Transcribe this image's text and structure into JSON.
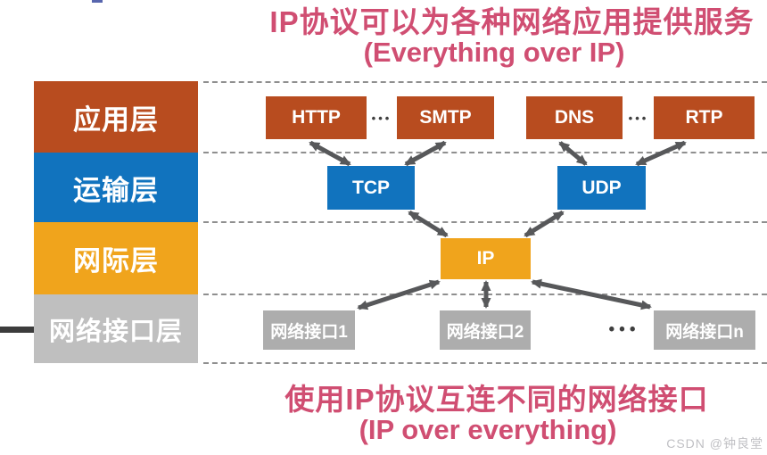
{
  "titles": {
    "top_cn": "IP协议可以为各种网络应用提供服务",
    "top_en": "(Everything over IP)",
    "bottom_cn": "使用IP协议互连不同的网络接口",
    "bottom_en": "(IP over everything)"
  },
  "layers": [
    {
      "label": "应用层",
      "color": "#B84C1F"
    },
    {
      "label": "运输层",
      "color": "#1173BE"
    },
    {
      "label": "网际层",
      "color": "#F0A41C"
    },
    {
      "label": "网络接口层",
      "color": "#BFBFBF"
    }
  ],
  "app_protocols": [
    {
      "label": "HTTP"
    },
    {
      "label": "SMTP"
    },
    {
      "label": "DNS"
    },
    {
      "label": "RTP"
    }
  ],
  "transport_protocols": [
    {
      "label": "TCP"
    },
    {
      "label": "UDP"
    }
  ],
  "network_protocol": {
    "label": "IP"
  },
  "interfaces": [
    {
      "label": "网络接口1"
    },
    {
      "label": "网络接口2"
    },
    {
      "label": "网络接口n"
    }
  ],
  "misc": {
    "ellipsis": "•••"
  },
  "watermark": "CSDN @钟良堂",
  "colors": {
    "title_pink": "#D04E72",
    "app_box": "#B84C1F",
    "transport_box": "#1173BE",
    "ip_box": "#F0A41C",
    "interface_layer": "#BFBFBF",
    "interface_box": "#ADADAD",
    "arrow": "#57585A",
    "dashed_line": "#8F8F8F"
  }
}
